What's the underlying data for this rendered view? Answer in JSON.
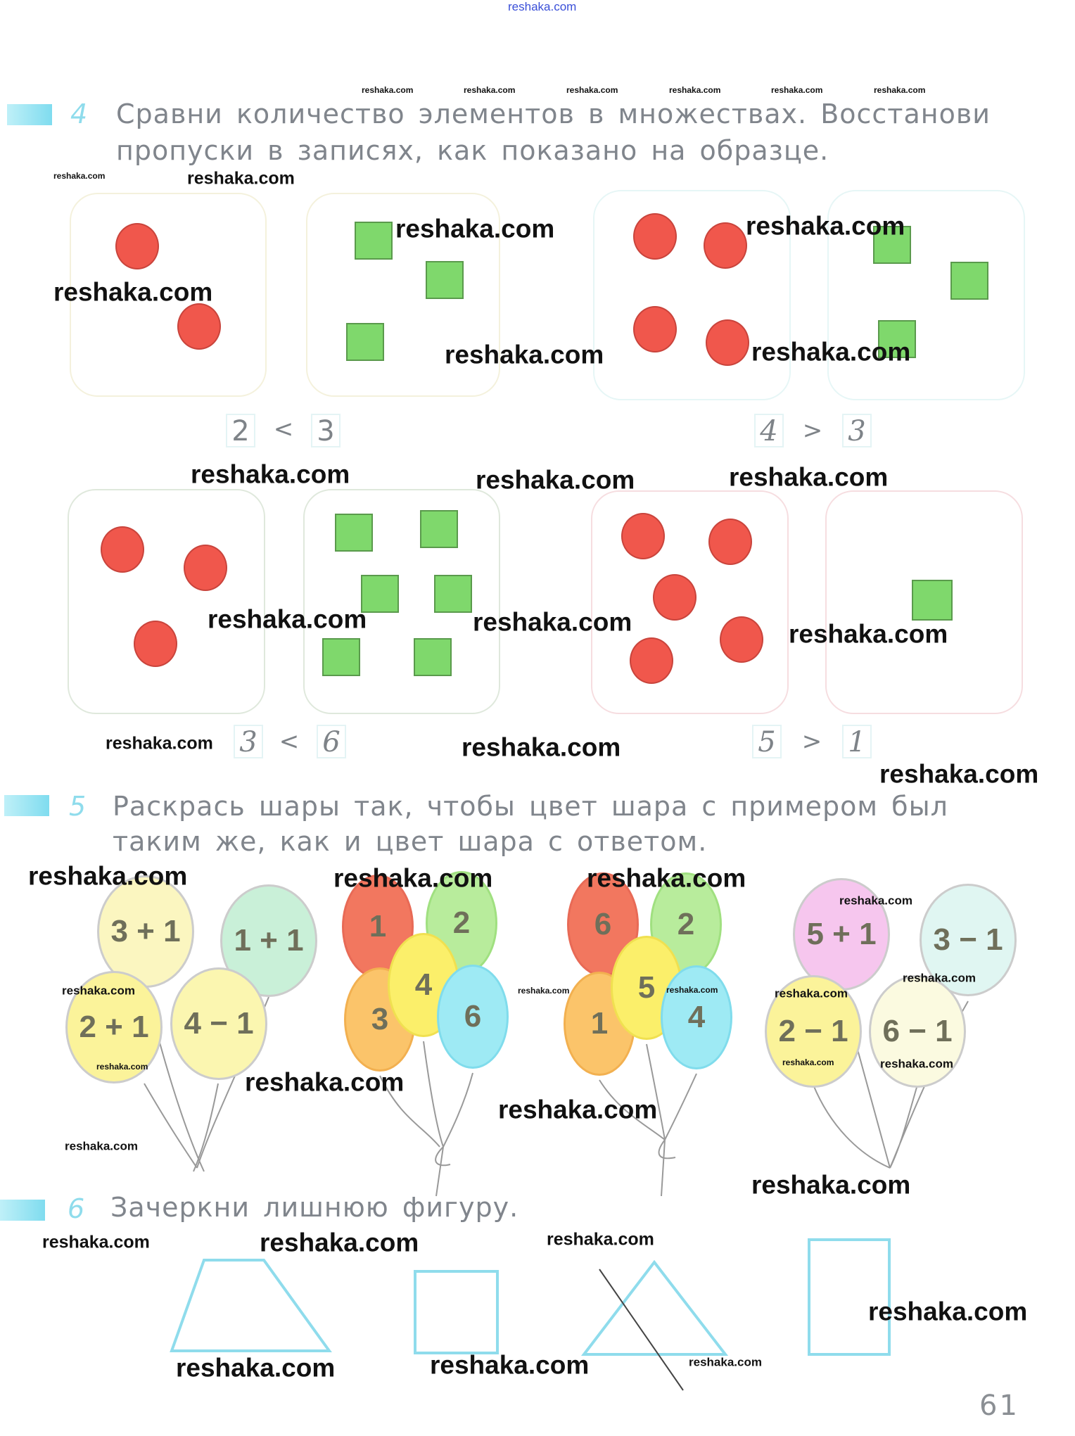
{
  "watermark": "reshaka.com",
  "task4": {
    "number": "4",
    "line1": "Сравни количество элементов в множествах. Восстанови",
    "line2": "пропуски в записях, как показано на образце.",
    "comparisons": [
      {
        "left": "2",
        "sign": "<",
        "right": "3"
      },
      {
        "left": "4",
        "sign": ">",
        "right": "3"
      },
      {
        "left": "3",
        "sign": "<",
        "right": "6"
      },
      {
        "left": "5",
        "sign": ">",
        "right": "1"
      }
    ],
    "sets": [
      {
        "shape": "circle",
        "count": 2
      },
      {
        "shape": "square",
        "count": 3
      },
      {
        "shape": "circle",
        "count": 4
      },
      {
        "shape": "square",
        "count": 3
      },
      {
        "shape": "circle",
        "count": 3
      },
      {
        "shape": "square",
        "count": 6
      },
      {
        "shape": "circle",
        "count": 5
      },
      {
        "shape": "square",
        "count": 1
      }
    ]
  },
  "task5": {
    "number": "5",
    "line1": "Раскрась шары так, чтобы цвет шара с примером был",
    "line2": "таким же, как и цвет шара с ответом.",
    "groups": [
      {
        "balloons": [
          {
            "label": "3 + 1",
            "color": "#fbf6c0"
          },
          {
            "label": "1 + 1",
            "color": "#c9f0d8"
          },
          {
            "label": "2 + 1",
            "color": "#fbf39a"
          },
          {
            "label": "4 − 1",
            "color": "#fbf6b0"
          }
        ]
      },
      {
        "balloons": [
          {
            "label": "1",
            "color": "#f2775f"
          },
          {
            "label": "2",
            "color": "#b8ec9c"
          },
          {
            "label": "4",
            "color": "#fbef6a"
          },
          {
            "label": "3",
            "color": "#fbc46a"
          },
          {
            "label": "6",
            "color": "#9eeaf4"
          }
        ]
      },
      {
        "balloons": [
          {
            "label": "6",
            "color": "#f2775f"
          },
          {
            "label": "2",
            "color": "#b8ec9c"
          },
          {
            "label": "5",
            "color": "#fbef6a"
          },
          {
            "label": "1",
            "color": "#fbc46a"
          },
          {
            "label": "4",
            "color": "#9eeaf4"
          }
        ]
      },
      {
        "balloons": [
          {
            "label": "5 + 1",
            "color": "#f6c6ee"
          },
          {
            "label": "3 − 1",
            "color": "#e0f6f2"
          },
          {
            "label": "2 − 1",
            "color": "#fbf39a"
          },
          {
            "label": "6 − 1",
            "color": "#fbfae0"
          }
        ]
      }
    ]
  },
  "task6": {
    "number": "6",
    "text": "Зачеркни лишнюю фигуру.",
    "figures": [
      "trapezoid",
      "square",
      "triangle-crossed",
      "rectangle"
    ],
    "color": "#8fdcec"
  },
  "page_number": "61"
}
